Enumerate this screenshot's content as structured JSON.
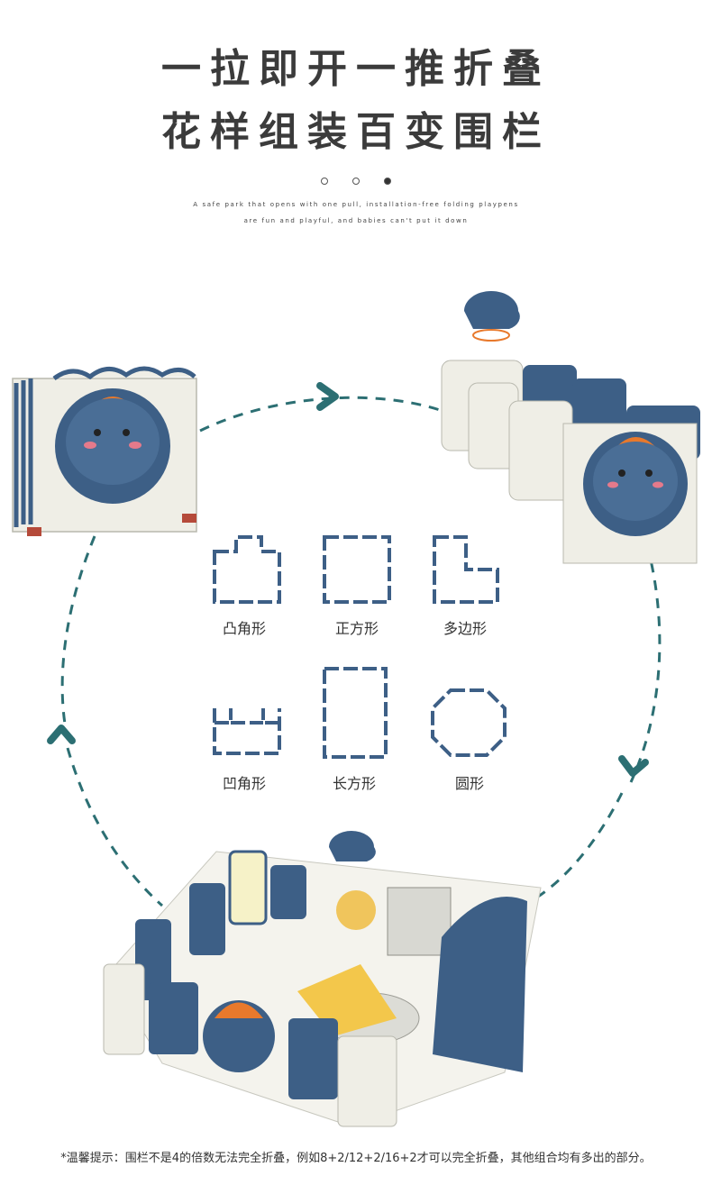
{
  "headline": {
    "line1": "一拉即开一推折叠",
    "line2": "花样组装百变围栏"
  },
  "pager": {
    "total": 3,
    "active": 3
  },
  "subtitle": {
    "line1": "A safe park that opens with one pull, installation-free folding playpens",
    "line2": "are fun and playful, and babies can't put it down"
  },
  "shapes": [
    {
      "label": "凸角形"
    },
    {
      "label": "正方形"
    },
    {
      "label": "多边形"
    },
    {
      "label": "凹角形"
    },
    {
      "label": "长方形"
    },
    {
      "label": "圆形"
    }
  ],
  "colors": {
    "panel_blue": "#3d5f86",
    "panel_cream": "#efeee6",
    "arrow_teal": "#2c6f73",
    "dino_orange": "#e8792c",
    "segment_gray": "#c9c9c9"
  },
  "note": "*温馨提示：围栏不是4的倍数无法完全折叠，例如8+2/12+2/16+2才可以完全折叠，其他组合均有多出的部分。"
}
